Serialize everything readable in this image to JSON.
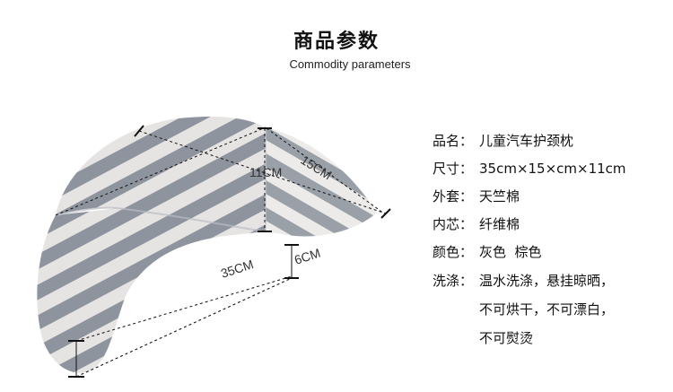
{
  "header": {
    "title": "商品参数",
    "subtitle": "Commodity parameters"
  },
  "figure": {
    "dimensions": {
      "height": "11CM",
      "depth": "15CM",
      "length": "35CM",
      "width": "6CM"
    },
    "colors": {
      "stripe_dark": "#8e949e",
      "stripe_light": "#e6e4e2"
    }
  },
  "specs": {
    "name": {
      "label": "品名：",
      "value": "儿童汽车护颈枕"
    },
    "size": {
      "label": "尺寸：",
      "value": "35cm×15×cm×11cm"
    },
    "cover": {
      "label": "外套：",
      "value": "天竺棉"
    },
    "core": {
      "label": "内芯：",
      "value": "纤维棉"
    },
    "color": {
      "label": "颜色：",
      "value": "灰色  棕色"
    },
    "wash": {
      "label": "洗涤：",
      "lines": [
        "温水洗涤，悬挂晾晒，",
        "不可烘干，不可漂白，",
        "不可熨烫"
      ]
    }
  }
}
